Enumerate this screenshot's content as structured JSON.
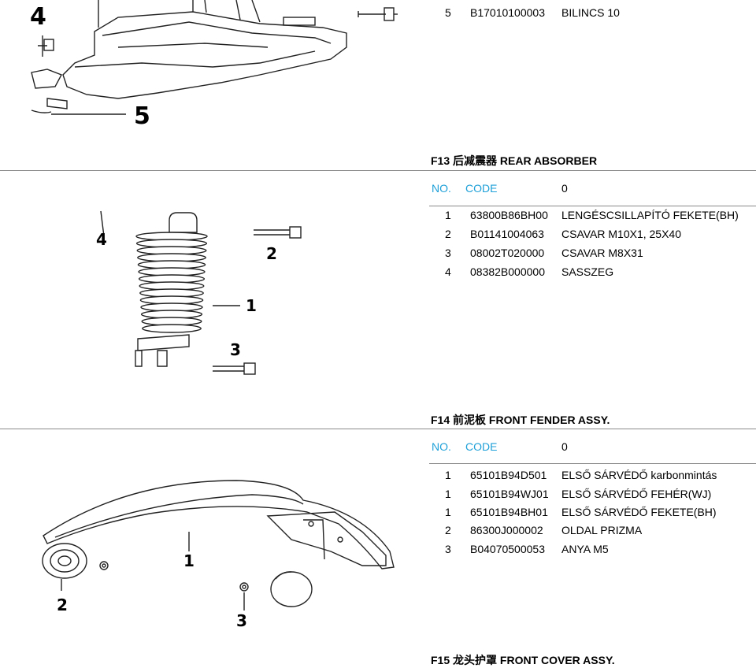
{
  "top_row": {
    "no": "5",
    "code": "B17010100003",
    "name": "BILINCS 10"
  },
  "sections": [
    {
      "title": "F13 后减震器 REAR ABSORBER",
      "header": {
        "no": "NO.",
        "code": "CODE",
        "qty": "0"
      },
      "rows": [
        {
          "no": "1",
          "code": "63800B86BH00",
          "name": "LENGÉSCSILLAPÍTÓ FEKETE(BH)"
        },
        {
          "no": "2",
          "code": "B01141004063",
          "name": "CSAVAR M10X1, 25X40"
        },
        {
          "no": "3",
          "code": "08002T020000",
          "name": "CSAVAR M8X31"
        },
        {
          "no": "4",
          "code": "08382B000000",
          "name": "SASSZEG"
        }
      ]
    },
    {
      "title": "F14 前泥板 FRONT FENDER ASSY.",
      "header": {
        "no": "NO.",
        "code": "CODE",
        "qty": "0"
      },
      "rows": [
        {
          "no": "1",
          "code": "65101B94D501",
          "name": "ELSŐ SÁRVÉDŐ karbonmintás"
        },
        {
          "no": "1",
          "code": "65101B94WJ01",
          "name": "ELSŐ SÁRVÉDŐ FEHÉR(WJ)"
        },
        {
          "no": "1",
          "code": "65101B94BH01",
          "name": "ELSŐ SÁRVÉDŐ FEKETE(BH)"
        },
        {
          "no": "2",
          "code": "86300J000002",
          "name": "OLDAL PRIZMA"
        },
        {
          "no": "3",
          "code": "B04070500053",
          "name": "ANYA M5"
        }
      ]
    },
    {
      "title": "F15 龙头护罩 FRONT COVER ASSY."
    }
  ],
  "diagram_callouts": {
    "seat": [
      "4",
      "5"
    ],
    "absorber": [
      "4",
      "2",
      "1",
      "3"
    ],
    "fender": [
      "1",
      "2",
      "3"
    ]
  }
}
